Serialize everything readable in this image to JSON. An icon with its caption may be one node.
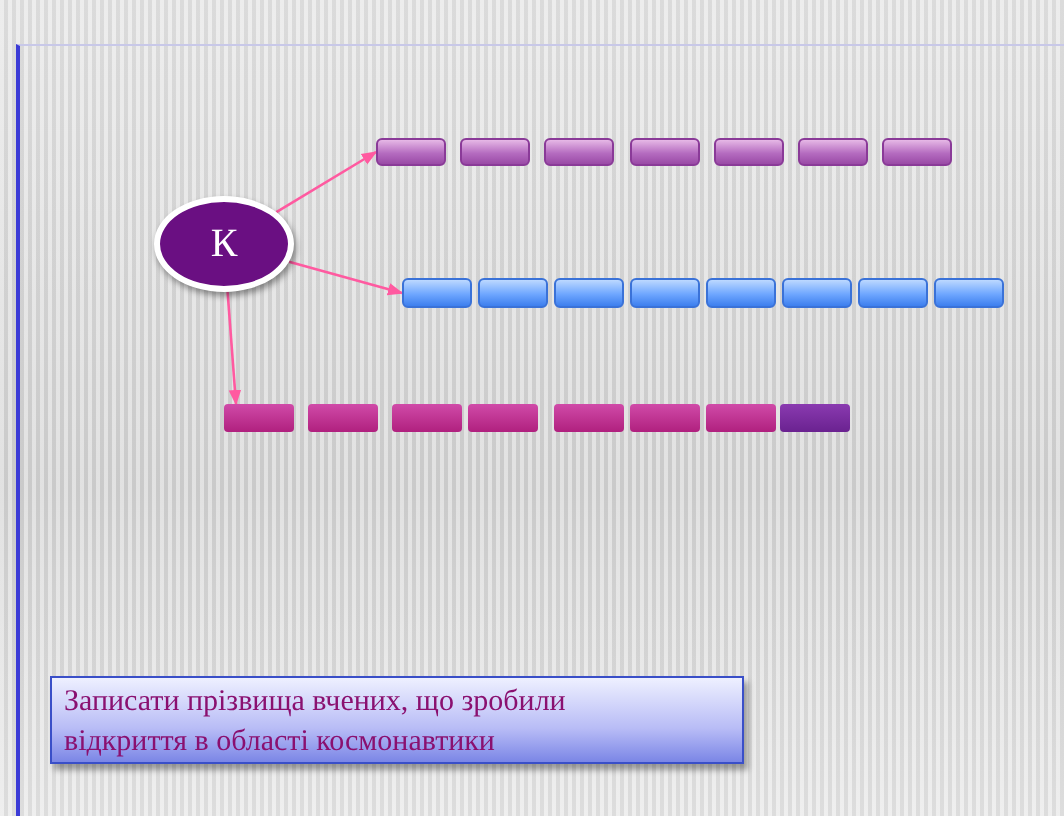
{
  "diagram": {
    "nodes": [
      {
        "text": [],
        "shape": "bar"
      },
      {
        "text": [],
        "shape": "bar"
      },
      {
        "text": [],
        "shape": "bar"
      },
      {
        "text": [],
        "shape": "bar"
      },
      {
        "text": [],
        "shape": "bar"
      },
      {
        "text": [],
        "shape": "bar"
      },
      {
        "text": [],
        "shape": "bar"
      },
      {
        "text": [
          "К"
        ]
      },
      {
        "text": [],
        "shape": "bar"
      },
      {
        "text": [],
        "shape": "bar"
      },
      {
        "text": [],
        "shape": "bar"
      },
      {
        "text": [],
        "shape": "bar"
      },
      {
        "text": [],
        "shape": "bar"
      },
      {
        "text": [],
        "shape": "bar"
      },
      {
        "text": [],
        "shape": "bar"
      },
      {
        "text": [],
        "shape": "bar"
      },
      {
        "text": [],
        "shape": "bar"
      },
      {
        "text": [],
        "shape": "bar"
      },
      {
        "text": [],
        "shape": "bar"
      },
      {
        "text": [],
        "shape": "bar"
      },
      {
        "text": [],
        "shape": "bar"
      },
      {
        "text": [],
        "shape": "bar"
      },
      {
        "text": [],
        "shape": "bar"
      },
      {
        "text": [],
        "shape": "bar"
      },
      {
        "text": [
          "Записати прізвища вчених, що  зробили відкриття в області космонавтики"
        ]
      }
    ],
    "edges": [
      {
        "from": 7,
        "to": 0,
        "arrow": "to"
      },
      {
        "from": 7,
        "to": 8,
        "arrow": "to"
      },
      {
        "from": 7,
        "to": 16,
        "arrow": "to"
      }
    ]
  }
}
